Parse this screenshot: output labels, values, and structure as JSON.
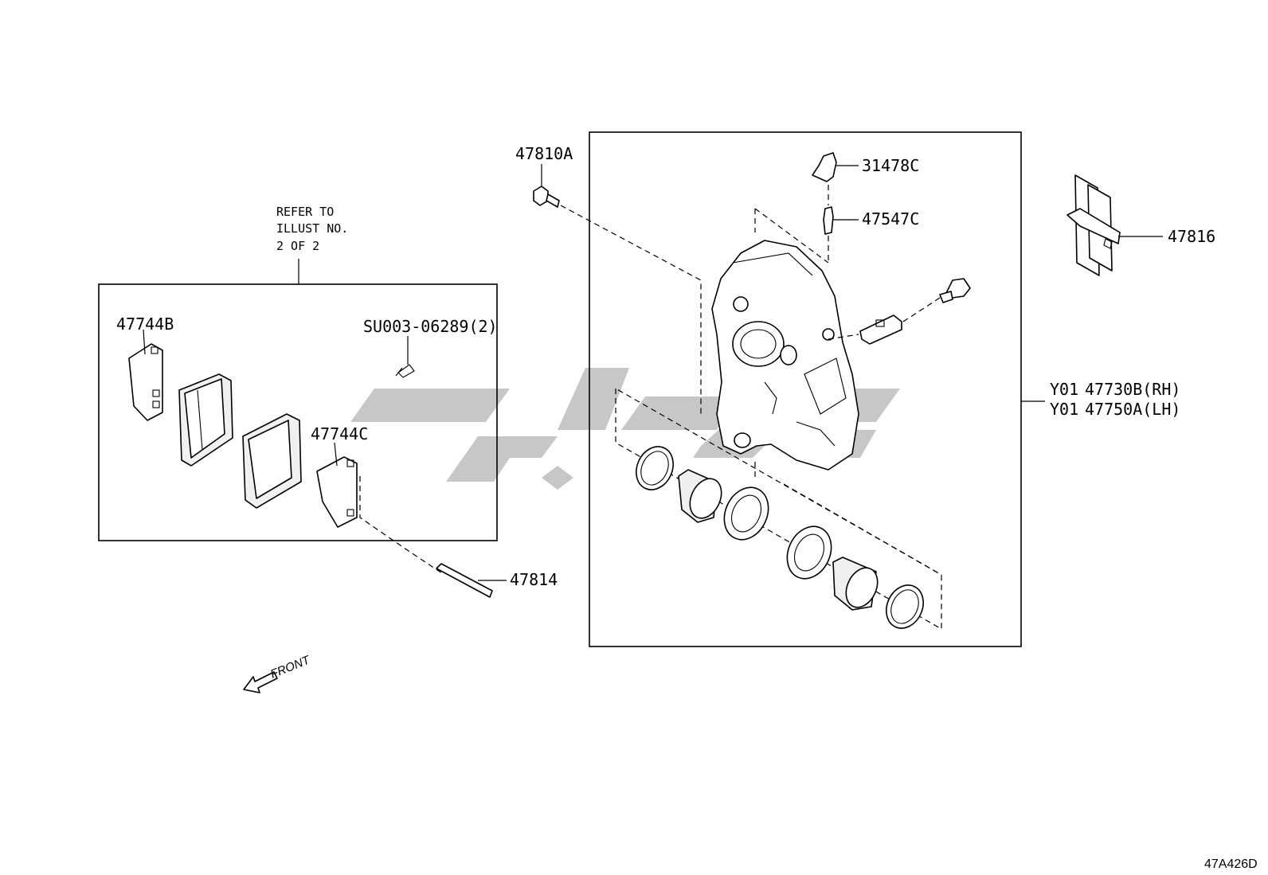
{
  "diagram_id": "47A426D",
  "front_label": "FRONT",
  "refer_note": [
    "REFER TO",
    "ILLUST NO.",
    "2 OF 2"
  ],
  "callouts": {
    "bolt": "47810A",
    "bleeder_cap": "31478C",
    "bleeder_plug": "47547C",
    "shim_kit": "47816",
    "caliper_rh_prefix": "Y01",
    "caliper_rh": "47730B(RH)",
    "caliper_lh_prefix": "Y01",
    "caliper_lh": "47750A(LH)",
    "anti_squeal_shim_b": "47744B",
    "anti_squeal_shim_c": "47744C",
    "clip": "SU003-06289(2)",
    "pin": "47814"
  }
}
